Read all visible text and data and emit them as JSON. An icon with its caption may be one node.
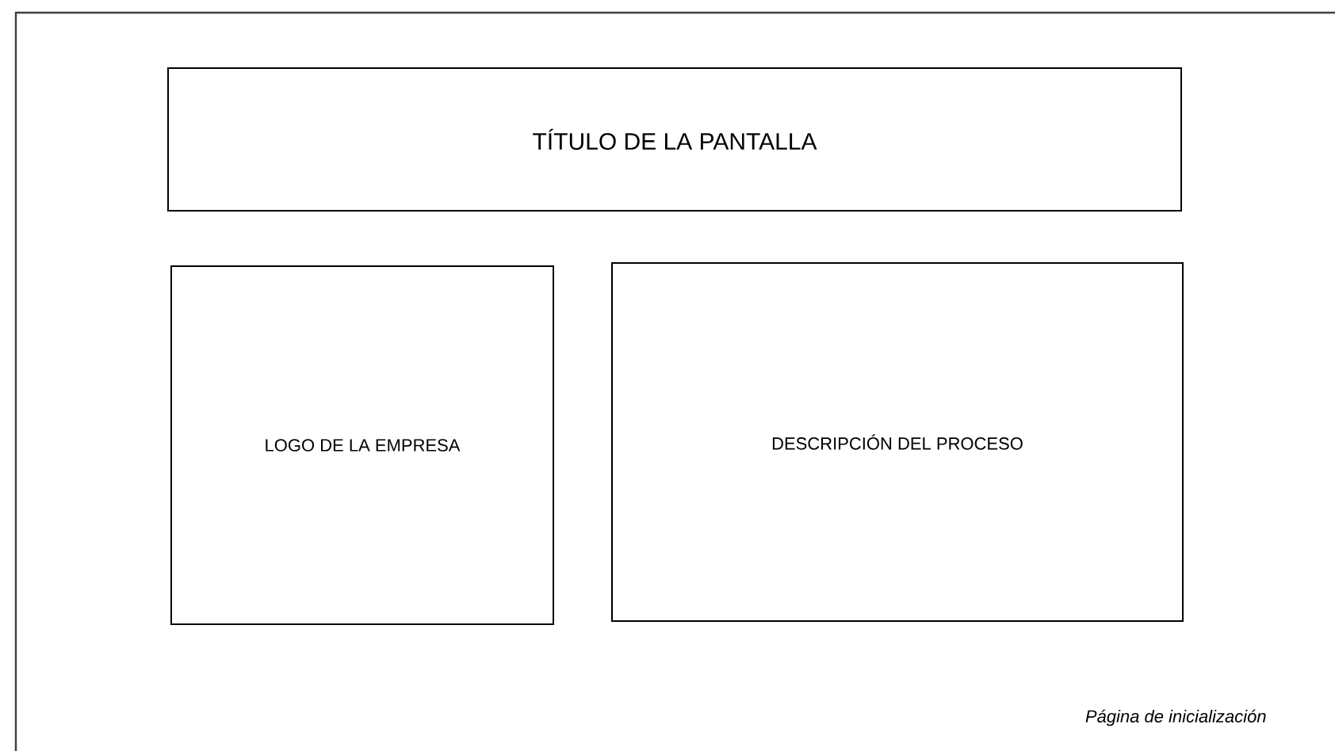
{
  "diagram": {
    "nodes": [
      {
        "text": [
          "Página de inicialización"
        ]
      },
      {
        "text": [
          "TÍTULO DE LA PANTALLA"
        ],
        "in": 0
      },
      {
        "text": [
          "LOGO DE LA EMPRESA"
        ],
        "in": 0
      },
      {
        "text": [
          "DESCRIPCIÓN DEL PROCESO"
        ],
        "in": 0
      }
    ]
  }
}
